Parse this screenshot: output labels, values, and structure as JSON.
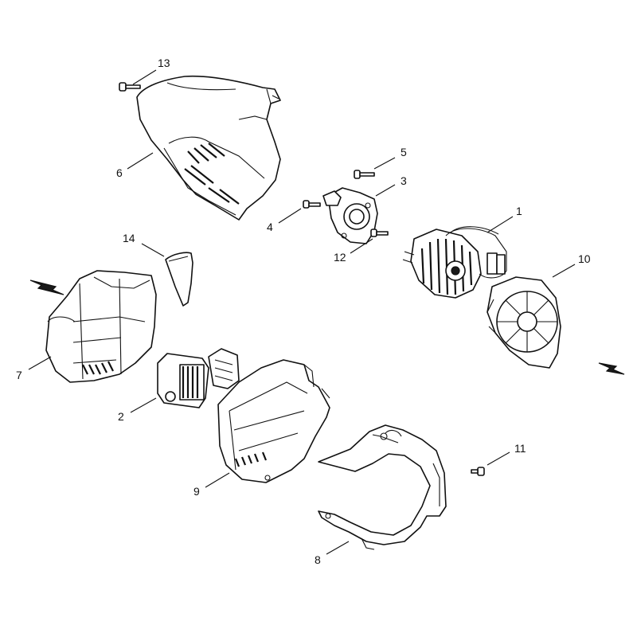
{
  "callouts": [
    {
      "id": "13",
      "label": "13"
    },
    {
      "id": "6",
      "label": "6"
    },
    {
      "id": "5",
      "label": "5"
    },
    {
      "id": "3",
      "label": "3"
    },
    {
      "id": "4",
      "label": "4"
    },
    {
      "id": "12",
      "label": "12"
    },
    {
      "id": "1",
      "label": "1"
    },
    {
      "id": "10",
      "label": "10"
    },
    {
      "id": "14",
      "label": "14"
    },
    {
      "id": "7",
      "label": "7"
    },
    {
      "id": "2",
      "label": "2"
    },
    {
      "id": "9",
      "label": "9"
    },
    {
      "id": "11",
      "label": "11"
    },
    {
      "id": "8",
      "label": "8"
    }
  ],
  "colors": {
    "line": "#111111",
    "background": "#ffffff"
  }
}
